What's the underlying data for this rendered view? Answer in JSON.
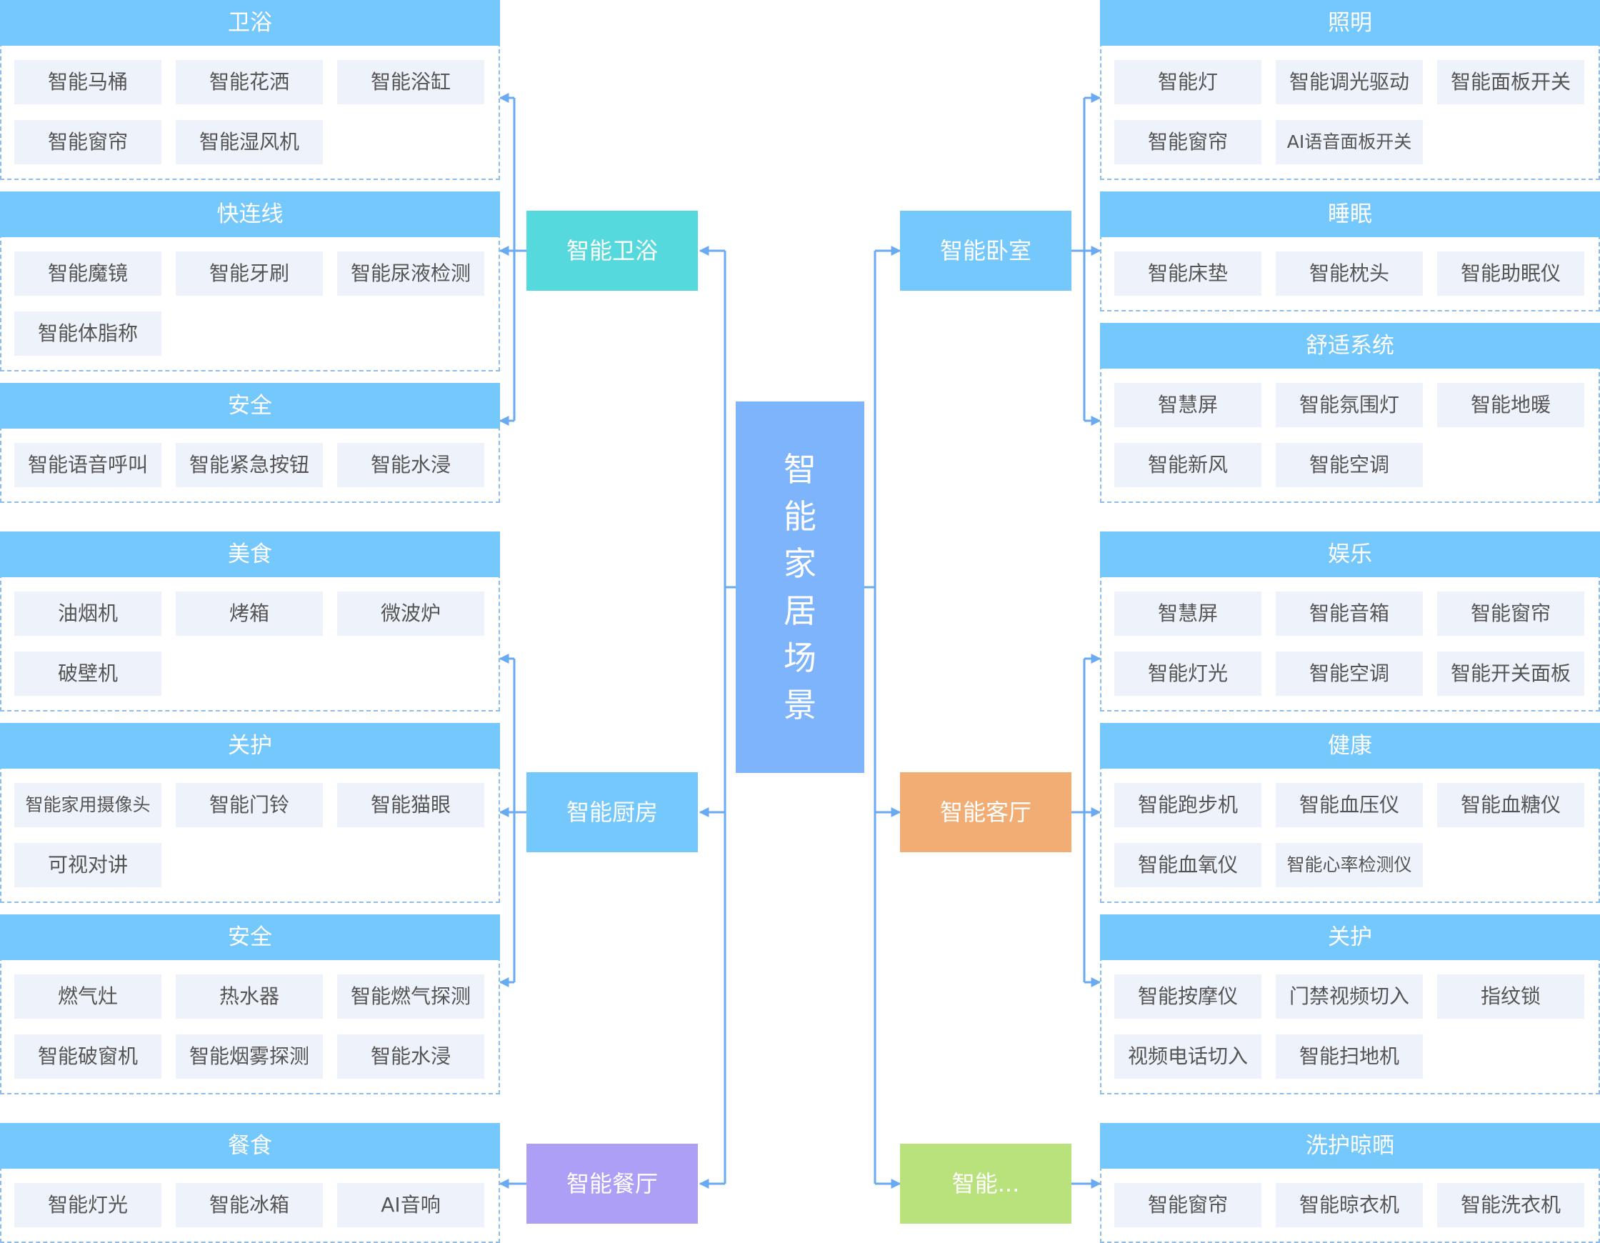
{
  "center": {
    "title": "智能家居场景",
    "color": "#7eb4fb"
  },
  "rooms": [
    {
      "label": "智能卫浴",
      "color": "#56d9dc"
    },
    {
      "label": "智能厨房",
      "color": "#74c8fb"
    },
    {
      "label": "智能餐厅",
      "color": "#ac9ff5"
    },
    {
      "label": "智能卧室",
      "color": "#74c8fb"
    },
    {
      "label": "智能客厅",
      "color": "#f2ad74"
    },
    {
      "label": "智能...",
      "color": "#b9e27d"
    }
  ],
  "groups": [
    {
      "title": "卫浴",
      "items": [
        "智能马桶",
        "智能花洒",
        "智能浴缸",
        "智能窗帘",
        "智能湿风机"
      ]
    },
    {
      "title": "快连线",
      "items": [
        "智能魔镜",
        "智能牙刷",
        "智能尿液检测",
        "智能体脂称"
      ]
    },
    {
      "title": "安全",
      "items": [
        "智能语音呼叫",
        "智能紧急按钮",
        "智能水浸"
      ]
    },
    {
      "title": "美食",
      "items": [
        "油烟机",
        "烤箱",
        "微波炉",
        "破壁机"
      ]
    },
    {
      "title": "关护",
      "items": [
        "智能家用摄像头",
        "智能门铃",
        "智能猫眼",
        "可视对讲"
      ]
    },
    {
      "title": "安全",
      "items": [
        "燃气灶",
        "热水器",
        "智能燃气探测",
        "智能破窗机",
        "智能烟雾探测",
        "智能水浸"
      ]
    },
    {
      "title": "餐食",
      "items": [
        "智能灯光",
        "智能冰箱",
        "AI音响"
      ]
    },
    {
      "title": "照明",
      "items": [
        "智能灯",
        "智能调光驱动",
        "智能面板开关",
        "智能窗帘",
        "AI语音面板开关"
      ]
    },
    {
      "title": "睡眠",
      "items": [
        "智能床垫",
        "智能枕头",
        "智能助眠仪"
      ]
    },
    {
      "title": "舒适系统",
      "items": [
        "智慧屏",
        "智能氛围灯",
        "智能地暖",
        "智能新风",
        "智能空调"
      ]
    },
    {
      "title": "娱乐",
      "items": [
        "智慧屏",
        "智能音箱",
        "智能窗帘",
        "智能灯光",
        "智能空调",
        "智能开关面板"
      ]
    },
    {
      "title": "健康",
      "items": [
        "智能跑步机",
        "智能血压仪",
        "智能血糖仪",
        "智能血氧仪",
        "智能心率检测仪"
      ]
    },
    {
      "title": "关护",
      "items": [
        "智能按摩仪",
        "门禁视频切入",
        "指纹锁",
        "视频电话切入",
        "智能扫地机"
      ]
    },
    {
      "title": "洗护晾晒",
      "items": [
        "智能窗帘",
        "智能晾衣机",
        "智能洗衣机"
      ]
    }
  ],
  "colors": {
    "group_header": "#74c8fb",
    "item_bg": "#eef3fb",
    "connector": "#6aaaf0",
    "dash": "#8fbde9"
  }
}
